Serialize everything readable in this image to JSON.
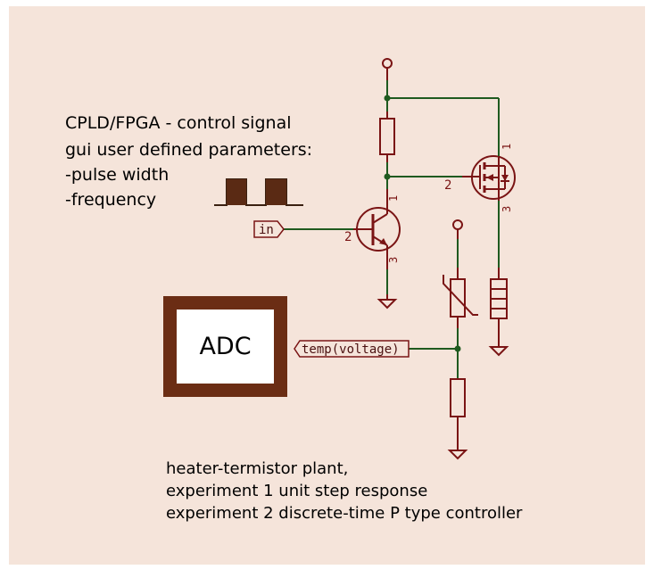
{
  "description_lines": [
    "CPLD/FPGA - control signal",
    "gui user defined parameters:",
    "-pulse width",
    "-frequency"
  ],
  "experiment_lines": [
    "heater-termistor plant,",
    "experiment 1 unit step response",
    "experiment 2 discrete-time P type controller"
  ],
  "adc_label": "ADC",
  "labels": {
    "input": "in",
    "temp": "temp(voltage)"
  },
  "pins": {
    "q1_pin1": "1",
    "q1_pin2": "2",
    "q1_pin3": "3",
    "q2_pin1": "1",
    "q2_pin2": "2",
    "q2_pin3": "3"
  },
  "colors": {
    "background": "#f5e4da",
    "wire": "#1f5a1f",
    "component": "#7a1414",
    "adc_border": "#6b2d14",
    "pulse_fill": "#5a2a14"
  }
}
